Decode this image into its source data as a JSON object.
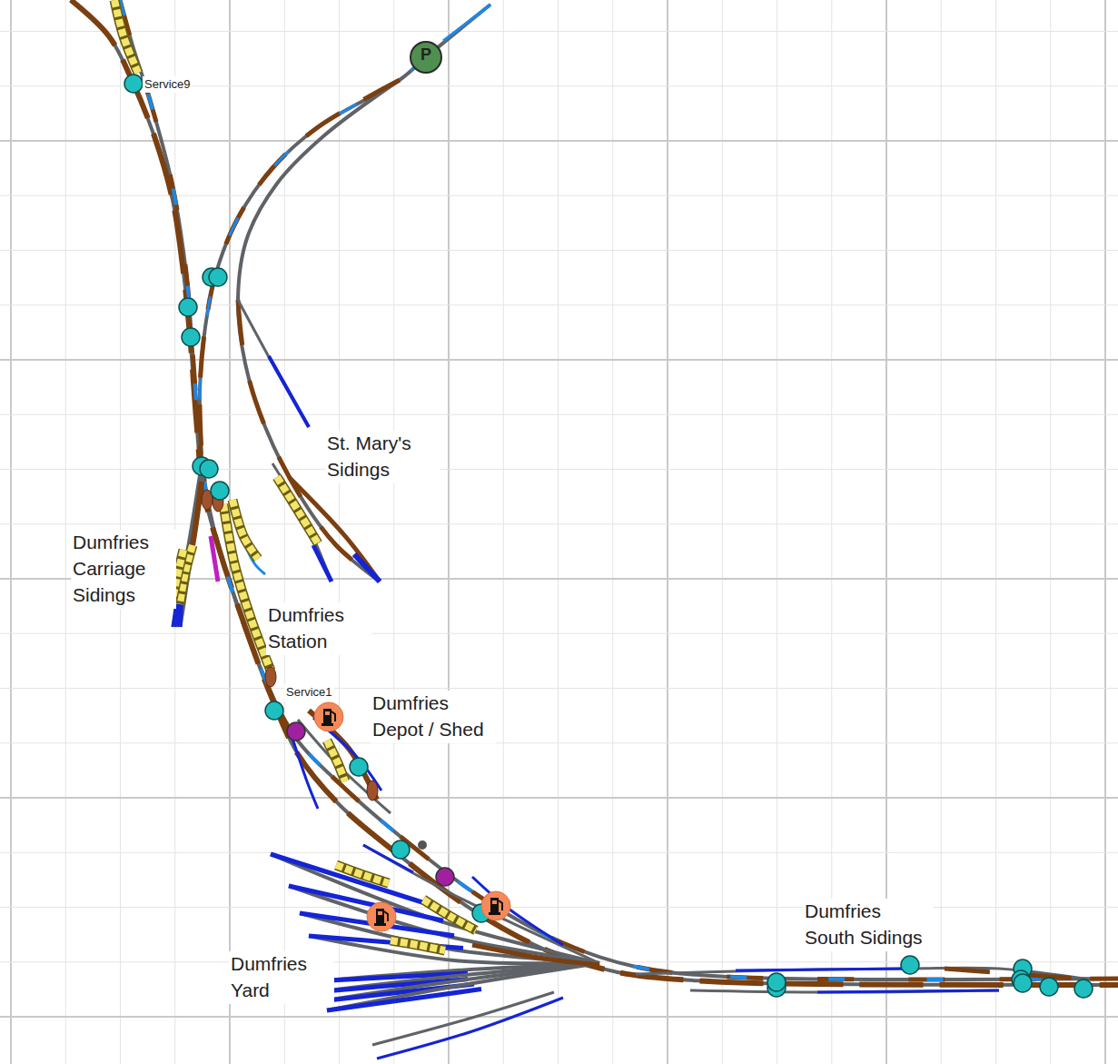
{
  "diagram": {
    "labels": [
      "Service9",
      "P",
      "St. Mary's Sidings",
      "Dumfries Carriage Sidings",
      "Dumfries Station",
      "Service1",
      "Dumfries Depot / Shed",
      "Dumfries Yard",
      "Dumfries South Sidings"
    ]
  }
}
